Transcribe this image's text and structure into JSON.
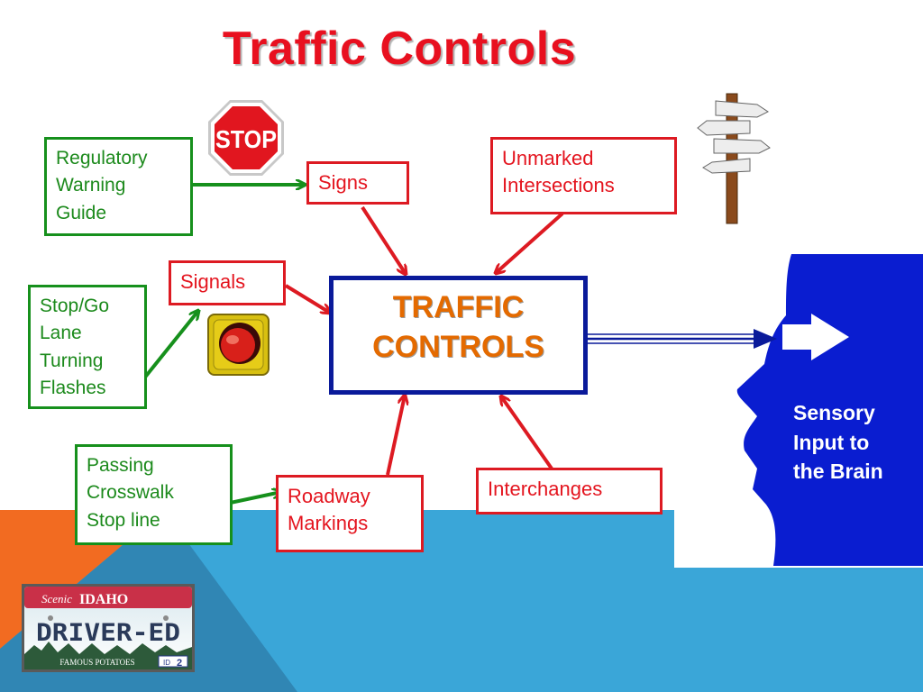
{
  "slide": {
    "title": "Traffic Controls",
    "center": {
      "line1": "TRAFFIC",
      "line2": "CONTROLS"
    },
    "signs": {
      "label": "Signs",
      "types": [
        "Regulatory",
        "Warning",
        "Guide"
      ],
      "stop_sign_text": "STOP"
    },
    "signals": {
      "label": "Signals",
      "types": [
        "Stop/Go",
        "Lane",
        "Turning",
        "Flashes"
      ]
    },
    "markings": {
      "label_lines": [
        "Roadway",
        "Markings"
      ],
      "types": [
        "Passing",
        "Crosswalk",
        "Stop line"
      ]
    },
    "unmarked": {
      "label_lines": [
        "Unmarked",
        "Intersections"
      ]
    },
    "interchanges": {
      "label": "Interchanges"
    },
    "sensory": {
      "lines": [
        "Sensory",
        "Input to",
        "the Brain"
      ]
    },
    "license_plate": {
      "top_left": "Scenic",
      "top_right": "IDAHO",
      "main": "DRIVER-ED",
      "bottom": "FAMOUS POTATOES",
      "tag_left": "ID",
      "tag_right": "2"
    }
  },
  "colors": {
    "title_red": "#e8101f",
    "box_red": "#dd1a22",
    "box_green": "#16901c",
    "center_orange": "#e46a00",
    "center_border": "#0a1a9a",
    "head_blue": "#0a1dd0",
    "bg_orange": "#f26b21",
    "bg_blue": "#3aa6d8",
    "bg_blue_dark": "#3086b4"
  },
  "icons": [
    "stop-sign-icon",
    "signpost-icon",
    "traffic-signal-icon",
    "head-silhouette-icon",
    "license-plate-icon"
  ]
}
